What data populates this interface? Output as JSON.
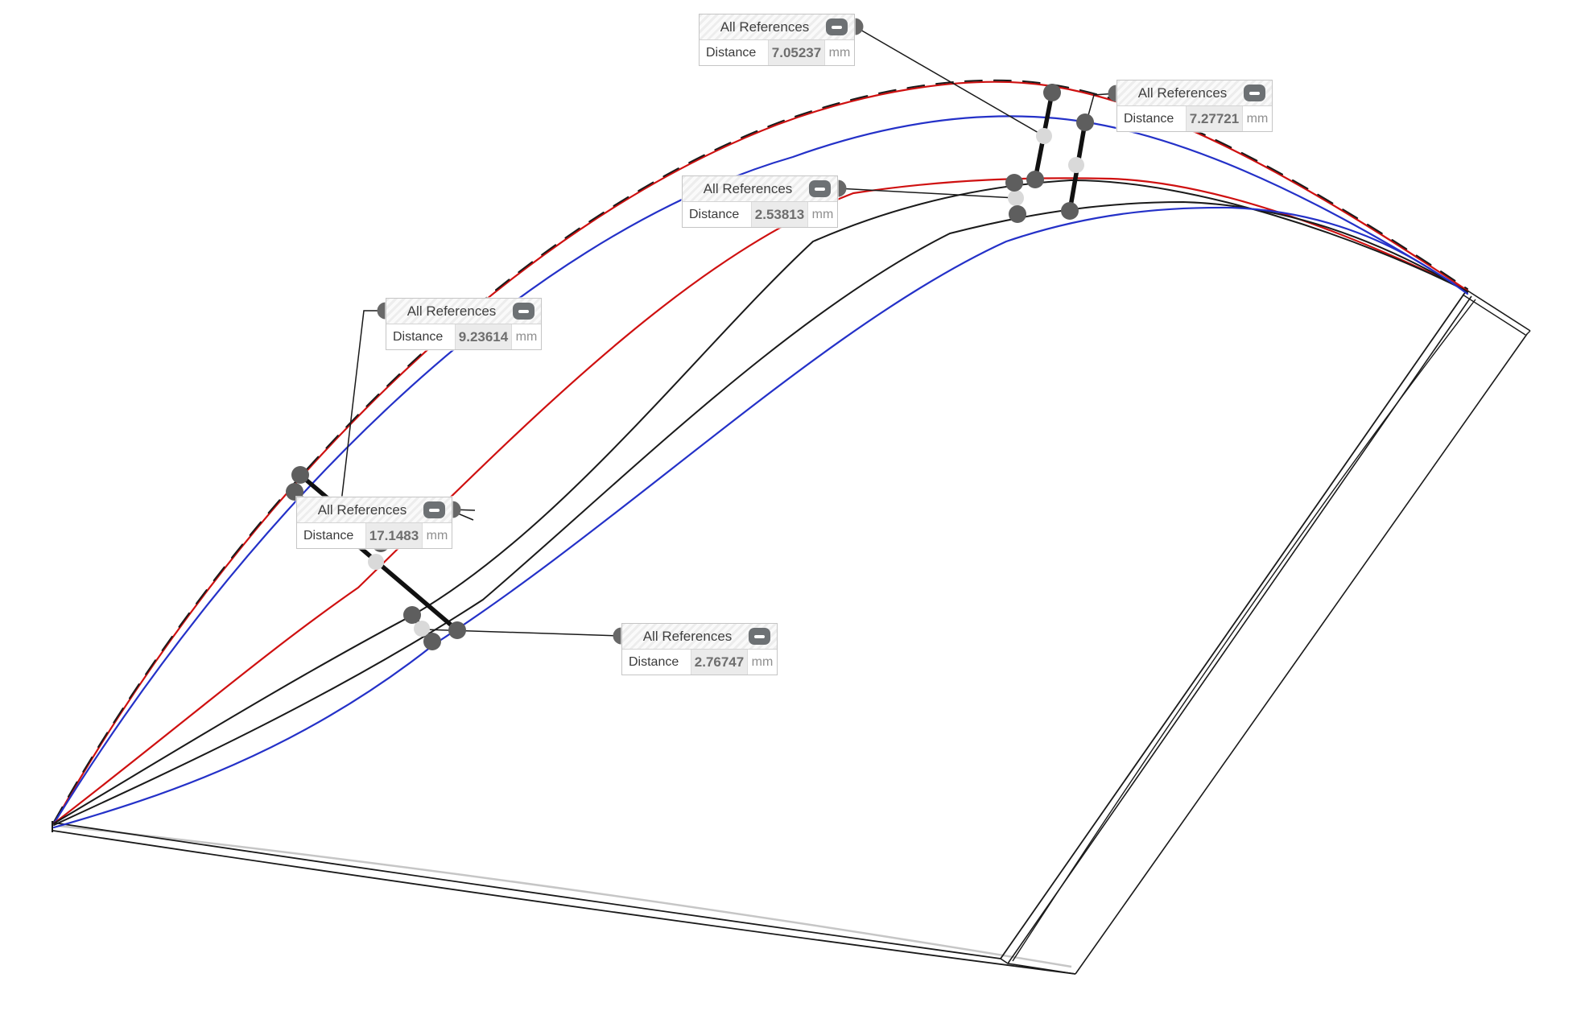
{
  "viewport": {
    "description": "CAD inspection 3D viewport with wireframe blade-surface section curves and distance annotations",
    "background_color": "#ffffff"
  },
  "colors": {
    "nominal_curve_red": "#cf1010",
    "nominal_curve_blue": "#2431c8",
    "measured_curve_black": "#1a1a1a",
    "hidden_edge_gray": "#c6c6c6",
    "measurement_line": "#111111",
    "point_dark": "#5e5e5e",
    "point_light": "#d9d9d9",
    "callout_border": "#c5c5c5",
    "callout_value_bg": "#ebebeb"
  },
  "callouts": [
    {
      "label": "All References",
      "field": "Distance",
      "value": "7.05237",
      "unit": "mm"
    },
    {
      "label": "All References",
      "field": "Distance",
      "value": "7.27721",
      "unit": "mm"
    },
    {
      "label": "All References",
      "field": "Distance",
      "value": "2.53813",
      "unit": "mm"
    },
    {
      "label": "All References",
      "field": "Distance",
      "value": "9.23614",
      "unit": "mm"
    },
    {
      "label": "All References",
      "field": "Distance",
      "value": "17.1483",
      "unit": "mm"
    },
    {
      "label": "All References",
      "field": "Distance",
      "value": "2.76747",
      "unit": "mm"
    }
  ],
  "measurements_summary": {
    "unit": "mm",
    "values": [
      7.05237,
      7.27721,
      2.53813,
      9.23614,
      17.1483,
      2.76747
    ],
    "type": "point-to-point distances between nominal and measured section curves"
  }
}
